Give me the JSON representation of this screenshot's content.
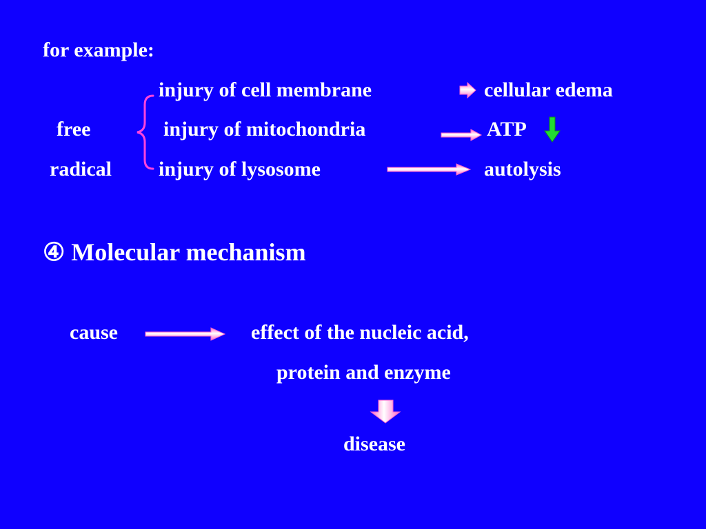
{
  "slide": {
    "intro": "for example:",
    "free_radical": {
      "word1": "free",
      "word2": "radical",
      "rows": [
        {
          "cause": "injury of cell membrane",
          "effect": "cellular edema"
        },
        {
          "cause": "injury of mitochondria",
          "effect": "ATP"
        },
        {
          "cause": "injury of lysosome",
          "effect": "autolysis"
        }
      ]
    },
    "section_heading": "④ Molecular mechanism",
    "molecular": {
      "cause": "cause",
      "effect_line1": "effect of the nucleic acid,",
      "effect_line2": "protein and enzyme",
      "outcome": "disease"
    }
  },
  "colors": {
    "background": "#0f00ff",
    "text": "#ffffff",
    "arrow": "#ff66cc",
    "arrow_highlight": "#ffffff",
    "atp_down_arrow": "#22dd33",
    "brace": "#ff44dd"
  },
  "icons": {
    "arrow": "right-arrow-icon",
    "atp_indicator": "down-arrow-icon",
    "result_arrow": "down-arrow-icon"
  }
}
